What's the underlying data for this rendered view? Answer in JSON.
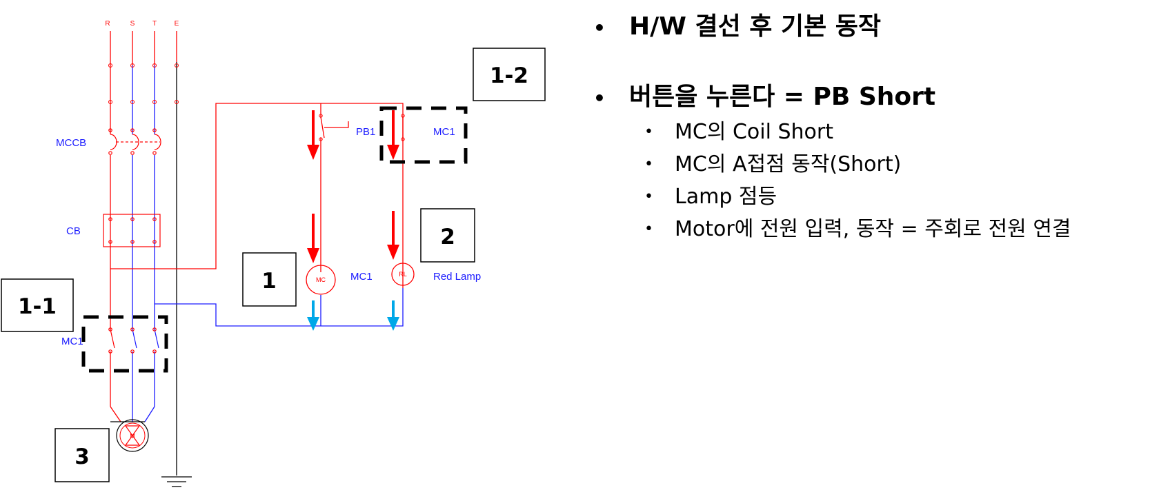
{
  "diagram": {
    "phase_labels": [
      "R",
      "S",
      "T",
      "E"
    ],
    "mccb_label": "MCCB",
    "cb_label": "CB",
    "mc1_main_label": "MC1",
    "pb1_label": "PB1",
    "mc1_aux_label": "MC1",
    "mc1_coil_label": "MC1",
    "coil_symbol_text": "MC",
    "lamp_symbol_text": "RL",
    "lamp_label": "Red Lamp",
    "motor_symbol_text": "M",
    "callouts": [
      "1",
      "1-1",
      "1-2",
      "2",
      "3"
    ]
  },
  "notes": {
    "heading1": "H/W 결선 후 기본 동작",
    "heading2": "버튼을 누른다 = PB Short",
    "bullet_char": "•",
    "sub_items": [
      "MC의 Coil Short",
      "MC의 A접점 동작(Short)",
      "Lamp 점등",
      "Motor에 전원 입력, 동작 = 주회로 전원 연결"
    ]
  },
  "colors": {
    "circuit_red": "#ff0000",
    "neutral_blue": "#1a1aff",
    "ground_black": "#000000",
    "flow_red": "#ff0000",
    "flow_cyan": "#00a8e8"
  }
}
